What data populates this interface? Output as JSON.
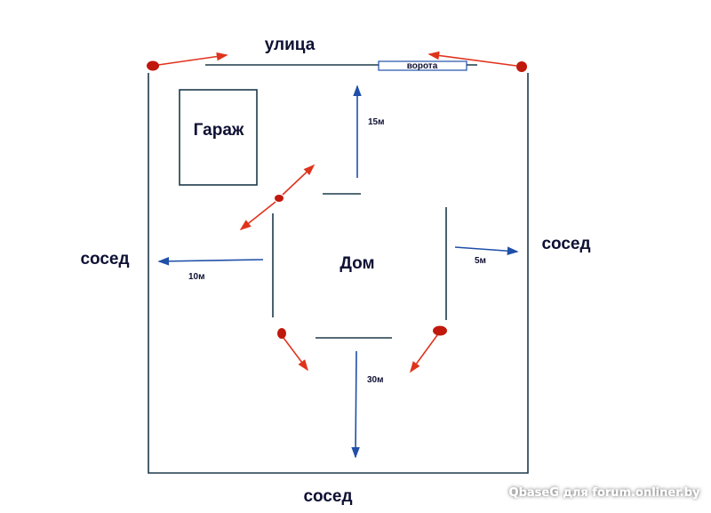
{
  "labels": {
    "street": "улица",
    "gate": "ворота",
    "garage": "Гараж",
    "house": "Дом",
    "neighbor_left": "сосед",
    "neighbor_right": "сосед",
    "neighbor_bottom": "сосед"
  },
  "distances": {
    "front": "15м",
    "left": "10м",
    "right": "5м",
    "back": "30м"
  },
  "watermark": "QbaseG для forum.onliner.by",
  "colors": {
    "walls": "#1d3a4a",
    "distance_arrows": "#1f4fa8",
    "camera": "#c0180c",
    "camera_arrows": "#e0331c"
  }
}
